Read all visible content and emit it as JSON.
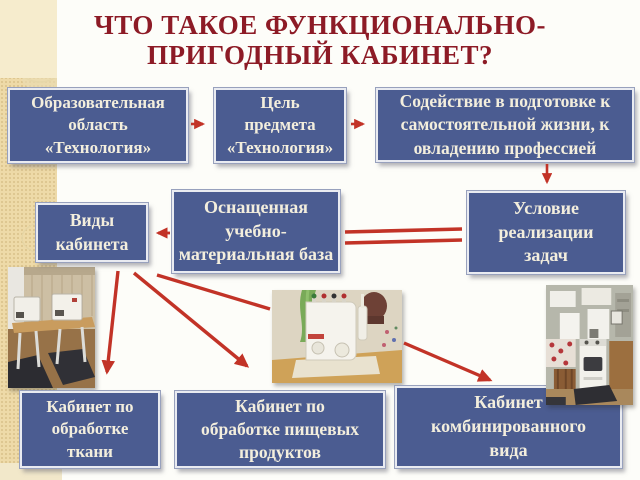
{
  "slide": {
    "title_text": "ЧТО ТАКОЕ ФУНКЦИОНАЛЬНО-ПРИГОДНЫЙ КАБИНЕТ?",
    "title_lines": [
      "ЧТО ТАКОЕ ФУНКЦИОНАЛЬНО-",
      "ПРИГОДНЫЙ КАБИНЕТ?"
    ],
    "colors": {
      "title": "#8d1b26",
      "box-fill": "#4b5c91",
      "box-text": "#f3eedd",
      "arrow": "#c23327",
      "strip": "#eedaa8",
      "background": "#fdfdf9"
    }
  },
  "diagram": {
    "boxes": {
      "edu_area": {
        "text": "Образовательная область «Технология»",
        "lines": [
          "Образовательная",
          "область",
          "«Технология»"
        ]
      },
      "subject_goal": {
        "text": "Цель предмета «Технология»",
        "lines": [
          "Цель",
          "предмета",
          "«Технология»"
        ]
      },
      "assistance": {
        "text": "Содействие в подготовке к самостоятельной жизни, к овладению профессией",
        "lines": [
          "Содействие в подготовке к",
          "самостоятельной жизни, к",
          "овладению профессией"
        ]
      },
      "cabinet_types": {
        "text": "Виды кабинета",
        "lines": [
          "Виды",
          "кабинета"
        ]
      },
      "material_base": {
        "text": "Оснащенная учебно-материальная база",
        "lines": [
          "Оснащенная",
          "учебно-",
          "материальная база"
        ]
      },
      "condition": {
        "text": "Условие реализации задач",
        "lines": [
          "Условие",
          "реализации",
          "задач"
        ]
      },
      "fabric_cabinet": {
        "text": "Кабинет по обработке ткани",
        "lines": [
          "Кабинет по",
          "обработке",
          "ткани"
        ]
      },
      "food_cabinet": {
        "text": "Кабинет по обработке пищевых продуктов",
        "lines": [
          "Кабинет по",
          "обработке пищевых",
          "продуктов"
        ]
      },
      "combined_cabinet": {
        "text": "Кабинет комбинированного вида",
        "lines": [
          "Кабинет",
          "комбинированного",
          "вида"
        ]
      }
    },
    "connectors": [
      "edu_area -> subject_goal",
      "subject_goal -> assistance",
      "assistance -> condition",
      "material_base -> cabinet_types",
      "material_base = condition",
      "cabinet_types -> fabric_cabinet",
      "cabinet_types -> food_cabinet",
      "cabinet_types -> overlock-machine-photo",
      "overlock-machine-photo -> combined_cabinet"
    ]
  },
  "photos": [
    {
      "name": "sewing-workshop-photo"
    },
    {
      "name": "overlock-machine-photo"
    },
    {
      "name": "kitchen-photo"
    }
  ]
}
